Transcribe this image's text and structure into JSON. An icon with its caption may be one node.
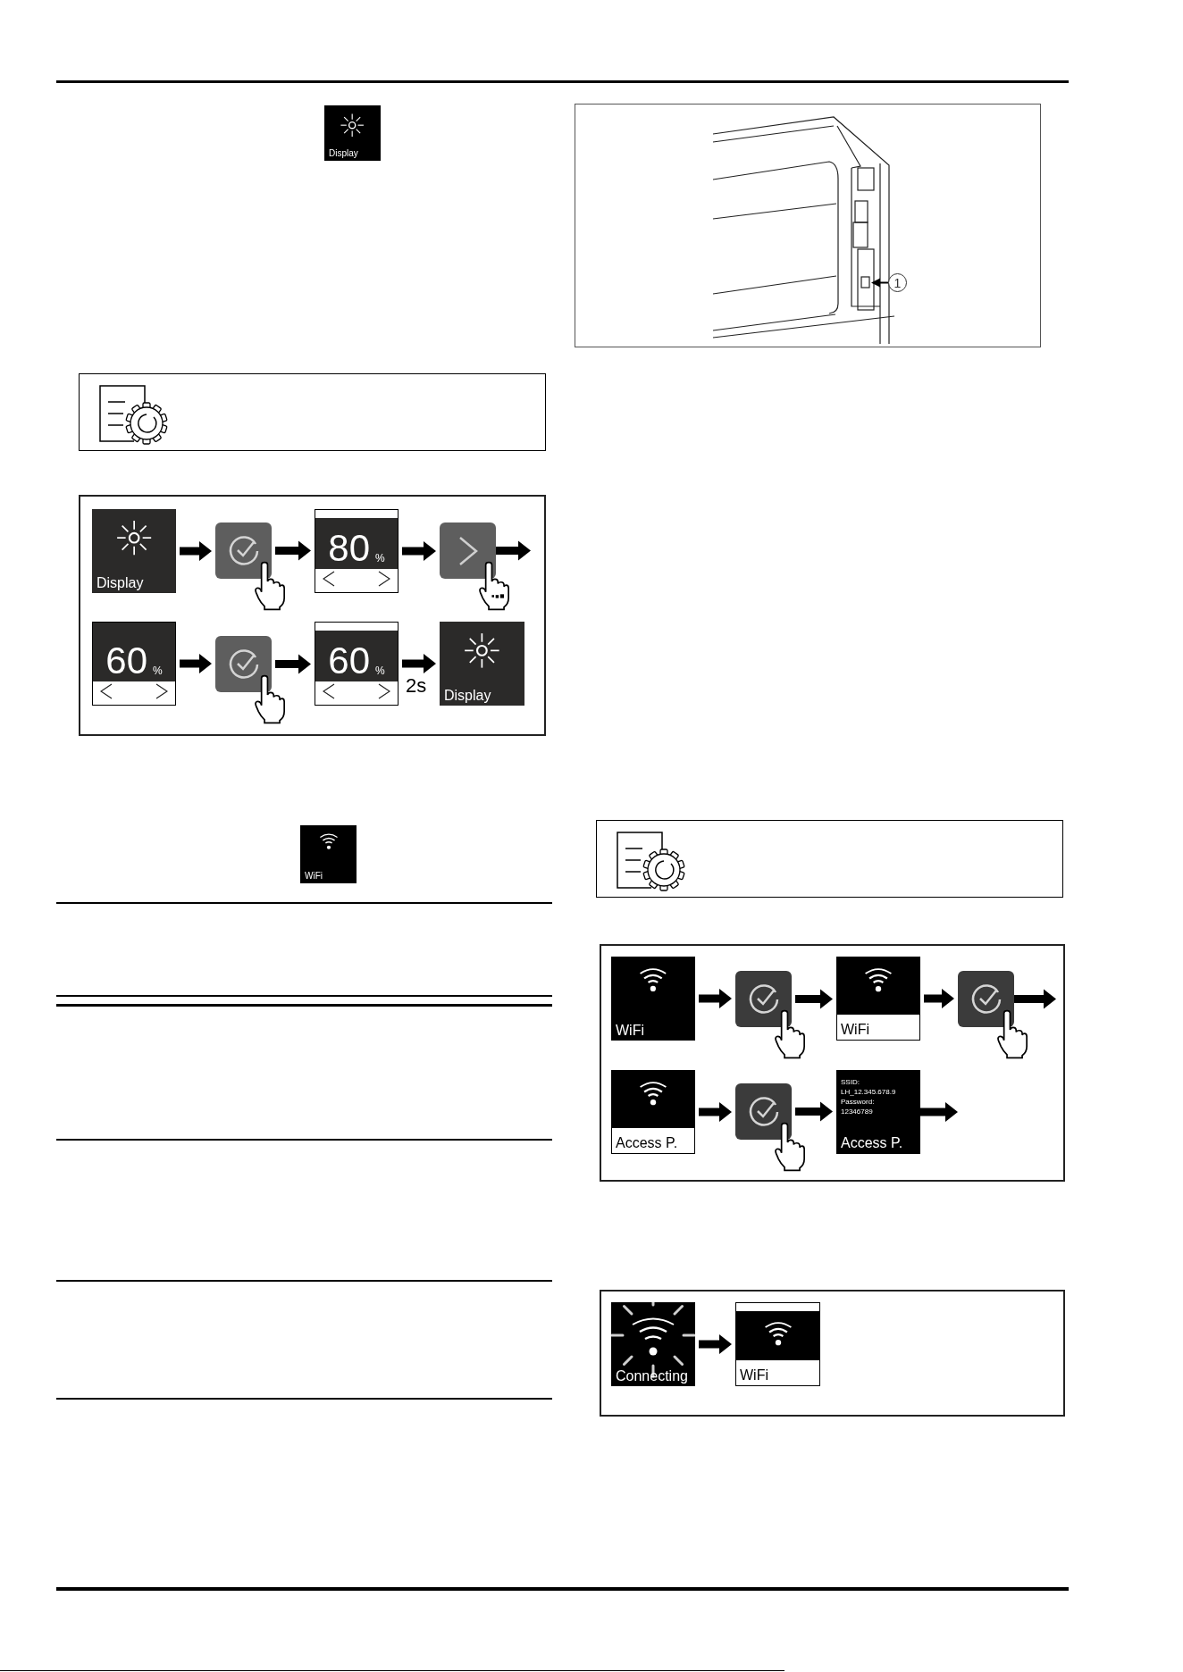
{
  "diagram": {
    "nodes": [
      {
        "text": [
          "Display"
        ]
      },
      {
        "text": [
          "Display"
        ]
      },
      {
        "text": [],
        "shape": "box"
      },
      {
        "text": [
          "80",
          "%"
        ]
      },
      {
        "text": [],
        "shape": "box"
      },
      {
        "text": [
          "60",
          "%"
        ]
      },
      {
        "text": [],
        "shape": "box"
      },
      {
        "text": [
          "60",
          "%"
        ]
      },
      {
        "text": [
          "Display"
        ]
      },
      {
        "text": [
          "WiFi"
        ]
      },
      {
        "text": [
          "WiFi"
        ]
      },
      {
        "text": [],
        "shape": "box"
      },
      {
        "text": [
          "WiFi"
        ]
      },
      {
        "text": [],
        "shape": "box"
      },
      {
        "text": [
          "Access P."
        ]
      },
      {
        "text": [],
        "shape": "box"
      },
      {
        "text": [
          "SSID:",
          "LH_12.345.678.9",
          "Password:",
          "12346789",
          "Access P."
        ]
      },
      {
        "text": [
          "Connecting"
        ]
      },
      {
        "text": [
          "WiFi"
        ]
      },
      {
        "text": [
          "1"
        ]
      }
    ],
    "edges": [
      {
        "from": 1,
        "to": 2,
        "arrow": "to"
      },
      {
        "from": 2,
        "to": 3,
        "arrow": "to"
      },
      {
        "from": 3,
        "to": 4,
        "arrow": "to"
      },
      {
        "from": 4,
        "to": null,
        "arrow": "to"
      },
      {
        "from": 5,
        "to": 6,
        "arrow": "to"
      },
      {
        "from": 6,
        "to": 7,
        "arrow": "to"
      },
      {
        "from": 7,
        "to": 8,
        "label": "2s",
        "arrow": "to"
      },
      {
        "from": 10,
        "to": 11,
        "arrow": "to"
      },
      {
        "from": 11,
        "to": 12,
        "arrow": "to"
      },
      {
        "from": 12,
        "to": 13,
        "arrow": "to"
      },
      {
        "from": 13,
        "to": null,
        "arrow": "to"
      },
      {
        "from": 14,
        "to": 15,
        "arrow": "to"
      },
      {
        "from": 15,
        "to": 16,
        "arrow": "to"
      },
      {
        "from": 16,
        "to": null,
        "arrow": "to"
      },
      {
        "from": 17,
        "to": 18,
        "arrow": "to"
      },
      {
        "from": 19,
        "to": null,
        "arrow": "to"
      }
    ]
  }
}
